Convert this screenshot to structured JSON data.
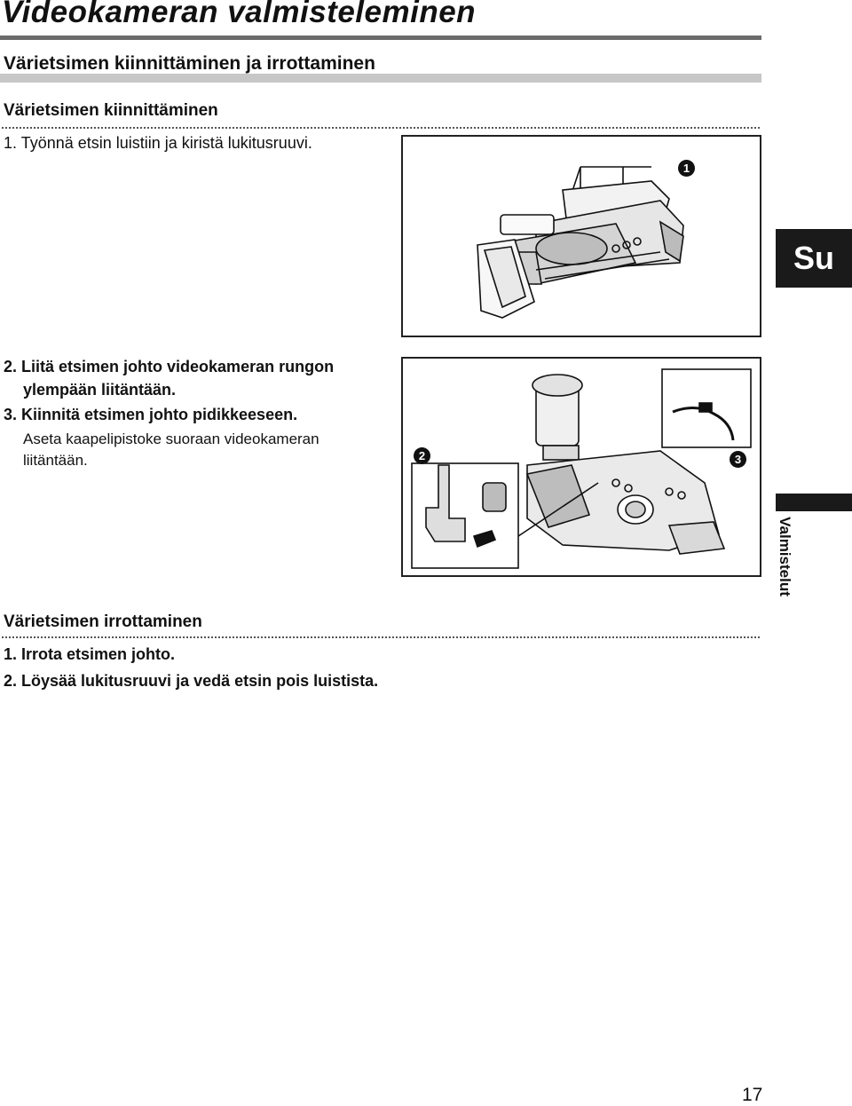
{
  "page": {
    "title": "Videokameran valmisteleminen",
    "section_title": "Värietsimen kiinnittäminen ja irrottaminen",
    "tab_label": "Su",
    "side_label": "Valmistelut",
    "page_number": "17"
  },
  "attach": {
    "heading": "Värietsimen kiinnittäminen",
    "step1": "1. Työnnä etsin luistiin ja kiristä lukitusruuvi.",
    "step2_line1": "2. Liitä etsimen johto videokameran rungon",
    "step2_line2": "ylempään liitäntään.",
    "step3": "3. Kiinnitä etsimen johto pidikkeeseen.",
    "step3_detail_line1": "Aseta kaapelipistoke suoraan videokameran",
    "step3_detail_line2": "liitäntään."
  },
  "detach": {
    "heading": "Värietsimen irrottaminen",
    "step1": "1. Irrota etsimen johto.",
    "step2": "2. Löysää lukitusruuvi ja vedä etsin pois luistista."
  },
  "figures": {
    "callout_1": "1",
    "callout_2": "2",
    "callout_3": "3"
  }
}
